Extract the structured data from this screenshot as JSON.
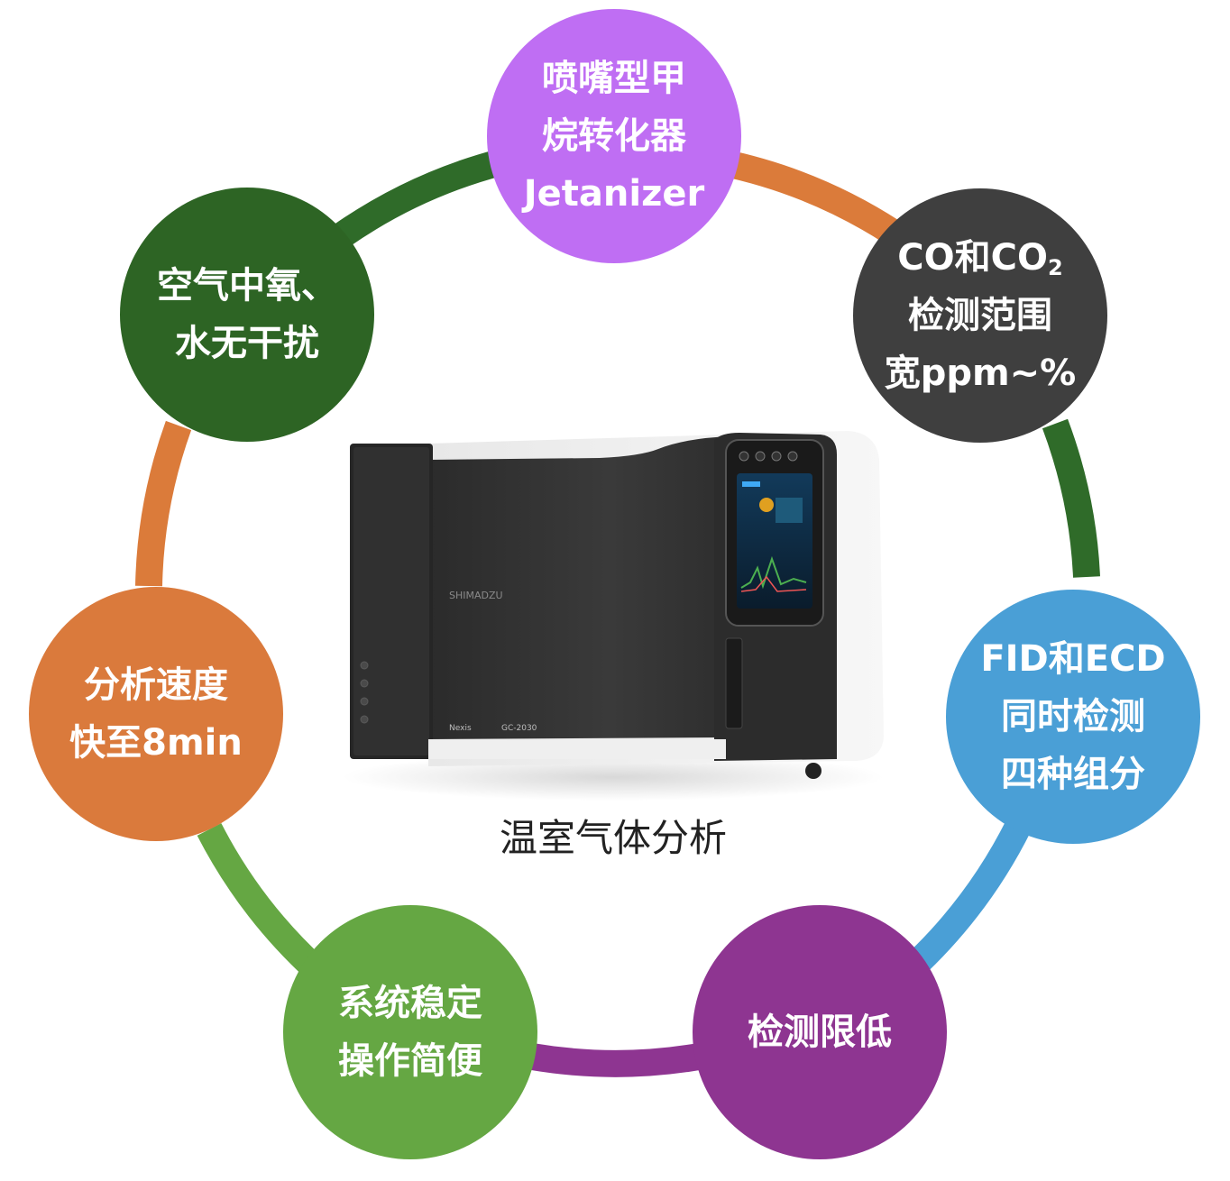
{
  "center": {
    "caption": "温室气体分析"
  },
  "nodes": {
    "top": {
      "line1": "喷嘴型甲",
      "line2": "烷转化器",
      "line3": "Jetanizer",
      "color": "#bf6ef3"
    },
    "right": {
      "line1a": "CO和CO",
      "line1sub": "2",
      "line2": "检测范围",
      "line3": "宽ppm~%",
      "color": "#3f3f3f"
    },
    "right2": {
      "line1": "FID和ECD",
      "line2": "同时检测",
      "line3": "四种组分",
      "color": "#4a9fd6"
    },
    "bottom_right": {
      "line1": "检测限低",
      "color": "#8e3591"
    },
    "bottom_left": {
      "line1": "系统稳定",
      "line2": "操作简便",
      "color": "#65a743"
    },
    "left": {
      "line1": "分析速度",
      "line2": "快至8min",
      "color": "#da7a3c"
    },
    "upper_left": {
      "line1": "空气中氧、",
      "line2": "水无干扰",
      "color": "#2d6424"
    }
  },
  "ring_colors": {
    "top_right": "#db7b3a",
    "right_right2": "#2f6b29",
    "right2_bottomright": "#4a9fd6",
    "bottomright_bottomleft": "#8e3591",
    "bottomleft_left": "#65a743",
    "left_upperleft": "#db7b3a",
    "upperleft_top": "#2f6b29"
  },
  "instrument": {
    "brand_text": "SHIMADZU",
    "model_text": "GC-2030",
    "series_text": "Nexis"
  }
}
